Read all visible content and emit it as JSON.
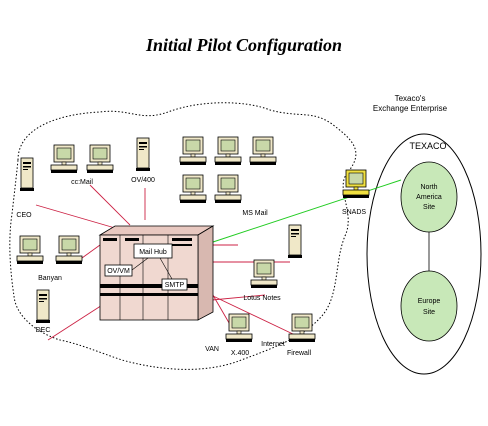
{
  "title": "Initial Pilot Configuration",
  "enterprise": {
    "caption_line1": "Texaco's",
    "caption_line2": "Exchange Enterprise",
    "org": "TEXACO",
    "site_north_line1": "North",
    "site_north_line2": "America",
    "site_north_line3": "Site",
    "site_europe_line1": "Europe",
    "site_europe_line2": "Site"
  },
  "nodes": {
    "ccmail": "cc:Mail",
    "ov400": "OV/400",
    "msmail": "MS Mail",
    "ceo": "CEO",
    "banyan": "Banyan",
    "dec": "DEC",
    "snads": "SNADS",
    "lotus_notes": "Lotus Notes",
    "van": "VAN",
    "x400": "X.400",
    "internet": "Internet",
    "firewall": "Firewall"
  },
  "hub": {
    "mail_hub": "Mail Hub",
    "ovvm": "OV/VM",
    "smtp": "SMTP"
  },
  "colors": {
    "monitor_screen": "#c8d8a8",
    "monitor_body": "#f0e8c8",
    "mainframe": "#f0d8d0",
    "site": "#c8e8b8",
    "red_link": "#cc2244",
    "green_link": "#22cc22",
    "snads_pc": "#f0e040"
  }
}
